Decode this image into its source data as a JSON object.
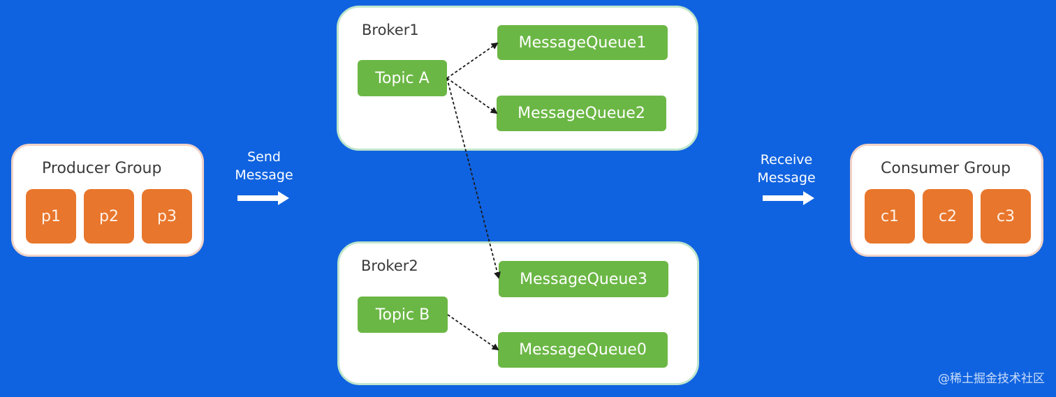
{
  "producer_group": {
    "title": "Producer Group",
    "members": [
      "p1",
      "p2",
      "p3"
    ]
  },
  "consumer_group": {
    "title": "Consumer Group",
    "members": [
      "c1",
      "c2",
      "c3"
    ]
  },
  "send_label": {
    "line1": "Send",
    "line2": "Message"
  },
  "receive_label": {
    "line1": "Receive",
    "line2": "Message"
  },
  "broker1": {
    "title": "Broker1",
    "topic": "Topic A",
    "queues": [
      "MessageQueue1",
      "MessageQueue2"
    ]
  },
  "broker2": {
    "title": "Broker2",
    "topic": "Topic B",
    "queues": [
      "MessageQueue3",
      "MessageQueue0"
    ]
  },
  "links": [
    {
      "from": "Topic A",
      "to": "MessageQueue1"
    },
    {
      "from": "Topic A",
      "to": "MessageQueue2"
    },
    {
      "from": "Topic A",
      "to": "MessageQueue3"
    },
    {
      "from": "Topic B",
      "to": "MessageQueue0"
    }
  ],
  "watermark": "@稀土掘金技术社区",
  "colors": {
    "background": "#1063e0",
    "member": "#e8762c",
    "topic_queue": "#6bb745",
    "link": "#1a1a1a"
  }
}
